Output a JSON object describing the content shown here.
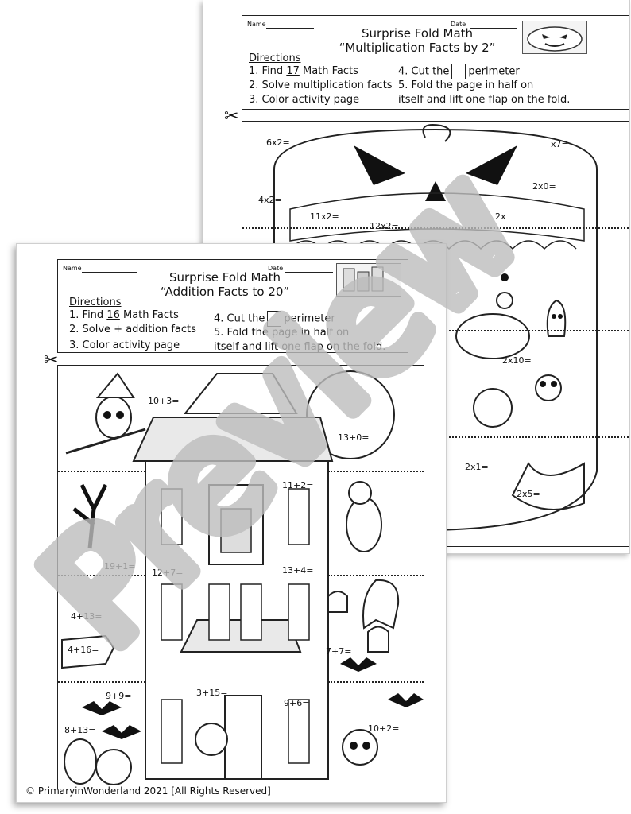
{
  "back_sheet": {
    "name_label": "Name",
    "date_label": "Date",
    "title": "Surprise Fold Math",
    "subtitle": "“Multiplication Facts by 2”",
    "directions_heading": "Directions",
    "step1_prefix": "1.  Find ",
    "step1_count": "17",
    "step1_suffix": " Math Facts",
    "step2": "2. Solve multiplication facts",
    "step3": "3. Color activity page",
    "step4_prefix": "4. Cut the",
    "step4_suffix": "perimeter",
    "step5_line1": "5. Fold the page in half on",
    "step5_line2": "itself and lift one flap on the fold.",
    "facts": [
      "6x2=",
      "4x2=",
      "11x2=",
      "12x2=",
      "2x0=",
      "2x",
      "x7=",
      "2x10=",
      "2x1=",
      "2x5="
    ]
  },
  "front_sheet": {
    "name_label": "Name",
    "date_label": "Date",
    "title": "Surprise Fold Math",
    "subtitle": "“Addition Facts to 20”",
    "directions_heading": "Directions",
    "step1_prefix": "1.  Find ",
    "step1_count": "16",
    "step1_suffix": " Math Facts",
    "step2": "2. Solve + addition facts",
    "step3": "3. Color activity page",
    "step4_prefix": "4. Cut the",
    "step4_suffix": "perimeter",
    "step5_line1": "5. Fold the page in half on",
    "step5_line2": "itself and lift one flap on the fold.",
    "facts": [
      "10+3=",
      "13+0=",
      "11+2=",
      "19+1=",
      "12+7=",
      "13+4=",
      "4+13=",
      "4+16=",
      "7+7=",
      "9+9=",
      "3+15=",
      "9+6=",
      "8+13=",
      "10+2="
    ]
  },
  "watermark": "Preview",
  "copyright": "© PrimaryinWonderland 2021 [All Rights Reserved]",
  "icons": [
    "scissors-icon",
    "pumpkin-icon",
    "haunted-house-icon",
    "bat-icon",
    "ghost-icon",
    "witch-owl-icon",
    "werewolf-icon",
    "tombstone-icon",
    "spider-icon",
    "cauldron-icon",
    "moon-icon",
    "coffin-icon",
    "tree-icon"
  ]
}
